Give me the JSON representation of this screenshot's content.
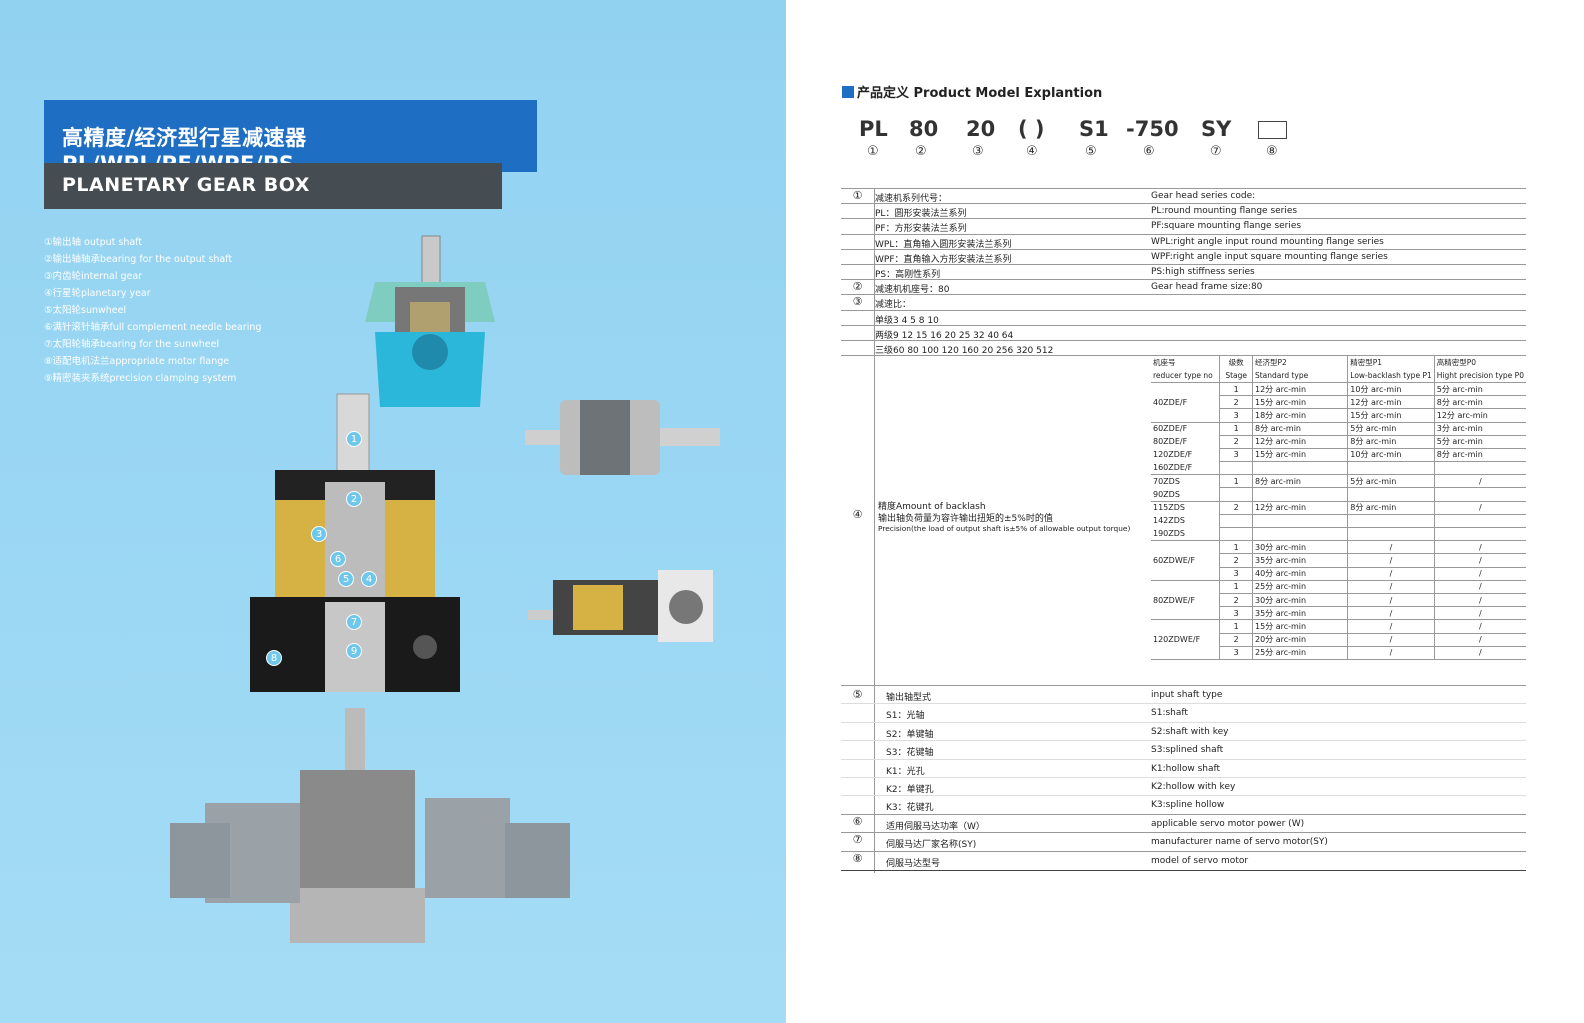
{
  "left": {
    "title_cn": "高精度/经济型行星减速器PL/WPL/PF/WPF/PS",
    "title_en": "PLANETARY GEAR BOX",
    "parts": [
      "①输出轴 output shaft",
      "②输出轴轴承bearing for the output shaft",
      "③内齿轮internal gear",
      "④行星轮planetary year",
      "⑤太阳轮sunwheel",
      "⑥满针滚针轴承full complement needle bearing",
      "⑦太阳轮轴承bearing for the sunwheel",
      "⑧适配电机法兰appropriate motor flange",
      "⑨精密装夹系统precision clamping system"
    ],
    "callouts": [
      "1",
      "2",
      "3",
      "6",
      "5",
      "4",
      "7",
      "8",
      "9"
    ]
  },
  "right": {
    "section_title": "产品定义 Product Model Explantion",
    "codes": [
      {
        "text": "PL",
        "idx": "①"
      },
      {
        "text": "80",
        "idx": "②"
      },
      {
        "text": "20",
        "idx": "③"
      },
      {
        "text": "( )",
        "idx": "④"
      },
      {
        "text": "S1",
        "idx": "⑤"
      },
      {
        "text": "-750",
        "idx": "⑥"
      },
      {
        "text": "SY",
        "idx": "⑦"
      },
      {
        "text": "",
        "idx": "⑧"
      }
    ],
    "sec1": {
      "idx": "①",
      "rows": [
        {
          "cn": "减速机系列代号：",
          "en": "Gear head series code:"
        },
        {
          "cn": "PL：圆形安装法兰系列",
          "en": "PL:round mounting flange series"
        },
        {
          "cn": "PF：方形安装法兰系列",
          "en": "PF:square mounting flange series"
        },
        {
          "cn": "WPL：直角输入圆形安装法兰系列",
          "en": "WPL:right angle input round  mounting flange series"
        },
        {
          "cn": "WPF：直角输入方形安装法兰系列",
          "en": "WPF:right angle input square  mounting flange series"
        },
        {
          "cn": "PS：高刚性系列",
          "en": "PS:high stiffness series"
        }
      ]
    },
    "sec2": {
      "idx": "②",
      "cn": "减速机机座号：80",
      "en": "Gear head frame size:80"
    },
    "sec3": {
      "idx": "③",
      "rows": [
        "减速比：",
        "单级3  4  5  8  10",
        "两级9  12  15  16  20  25  32  40  64",
        "三级60  80  100  120  160  20  256  320  512"
      ]
    },
    "sec4": {
      "idx": "④",
      "label_cn1": "精度Amount of backlash",
      "label_cn2": "输出轴负荷量为容许输出扭矩的±5%时的值",
      "label_en": "Precision(the load of output shaft is±5% of allowable output torque)",
      "head": [
        [
          "机座号",
          "级数",
          "经济型P2",
          "精密型P1",
          "高精密型P0"
        ],
        [
          "reducer type no",
          "Stage",
          "Standard type",
          "Low-backlash type P1",
          "Hight precision type P0"
        ]
      ],
      "rows": [
        [
          "",
          "1",
          "12分 arc-min",
          "10分 arc-min",
          "5分 arc-min"
        ],
        [
          "40ZDE/F",
          "2",
          "15分 arc-min",
          "12分 arc-min",
          "8分 arc-min"
        ],
        [
          "",
          "3",
          "18分 arc-min",
          "15分 arc-min",
          "12分 arc-min"
        ],
        [
          "60ZDE/F",
          "1",
          "8分 arc-min",
          "5分 arc-min",
          "3分 arc-min"
        ],
        [
          "80ZDE/F",
          "2",
          "12分 arc-min",
          "8分 arc-min",
          "5分 arc-min"
        ],
        [
          "120ZDE/F",
          "3",
          "15分 arc-min",
          "10分 arc-min",
          "8分 arc-min"
        ],
        [
          "160ZDE/F",
          "",
          "",
          "",
          ""
        ],
        [
          "70ZDS",
          "1",
          "8分 arc-min",
          "5分 arc-min",
          "/"
        ],
        [
          "90ZDS",
          "",
          "",
          "",
          ""
        ],
        [
          "115ZDS",
          "2",
          "12分 arc-min",
          "8分 arc-min",
          "/"
        ],
        [
          "142ZDS",
          "",
          "",
          "",
          ""
        ],
        [
          "190ZDS",
          "",
          "",
          "",
          ""
        ],
        [
          "",
          "1",
          "30分 arc-min",
          "/",
          "/"
        ],
        [
          "60ZDWE/F",
          "2",
          "35分 arc-min",
          "/",
          "/"
        ],
        [
          "",
          "3",
          "40分 arc-min",
          "/",
          "/"
        ],
        [
          "",
          "1",
          "25分 arc-min",
          "/",
          "/"
        ],
        [
          "80ZDWE/F",
          "2",
          "30分 arc-min",
          "/",
          "/"
        ],
        [
          "",
          "3",
          "35分 arc-min",
          "/",
          "/"
        ],
        [
          "",
          "1",
          "15分 arc-min",
          "/",
          "/"
        ],
        [
          "120ZDWE/F",
          "2",
          "20分 arc-min",
          "/",
          "/"
        ],
        [
          "",
          "3",
          "25分 arc-min",
          "/",
          "/"
        ]
      ]
    },
    "sec5": {
      "idx": "⑤",
      "rows": [
        {
          "cn": "输出轴型式",
          "en": "input shaft type"
        },
        {
          "cn": "S1：光轴",
          "en": "S1:shaft"
        },
        {
          "cn": "S2：单键轴",
          "en": "S2:shaft with key"
        },
        {
          "cn": "S3：花键轴",
          "en": "S3:splined shaft"
        },
        {
          "cn": "K1：光孔",
          "en": "K1:hollow shaft"
        },
        {
          "cn": "K2：单键孔",
          "en": "K2:hollow with key"
        },
        {
          "cn": "K3：花键孔",
          "en": "K3:spline hollow"
        }
      ]
    },
    "sec6": {
      "idx": "⑥",
      "cn": "适用伺服马达功率（W）",
      "en": "applicable servo motor power (W)"
    },
    "sec7": {
      "idx": "⑦",
      "cn": "伺服马达厂家名称(SY)",
      "en": "manufacturer name of servo motor(SY)"
    },
    "sec8": {
      "idx": "⑧",
      "cn": "伺服马达型号",
      "en": "model  of  servo  motor"
    }
  }
}
